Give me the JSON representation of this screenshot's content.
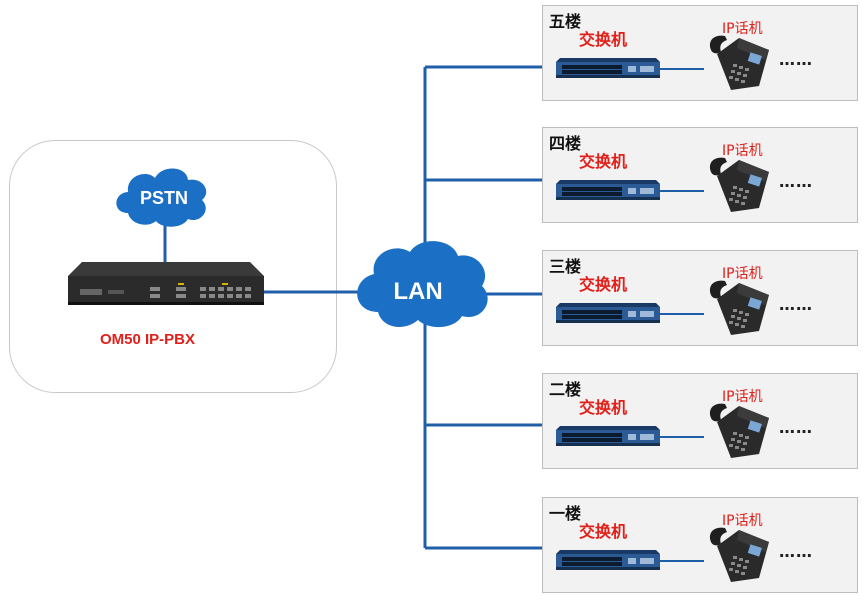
{
  "pbx": {
    "label": "OM50 IP-PBX"
  },
  "pstn": {
    "label": "PSTN"
  },
  "lan": {
    "label": "LAN"
  },
  "floors": [
    {
      "name": "五楼",
      "switch_label": "交换机",
      "phone_label": "IP话机",
      "more": "……"
    },
    {
      "name": "四楼",
      "switch_label": "交换机",
      "phone_label": "IP话机",
      "more": "……"
    },
    {
      "name": "三楼",
      "switch_label": "交换机",
      "phone_label": "IP话机",
      "more": "……"
    },
    {
      "name": "二楼",
      "switch_label": "交换机",
      "phone_label": "IP话机",
      "more": "……"
    },
    {
      "name": "一楼",
      "switch_label": "交换机",
      "phone_label": "IP话机",
      "more": "……"
    }
  ],
  "colors": {
    "link": "#1f5fa8",
    "cloud": "#1b6fc4",
    "label_red": "#e0201b"
  }
}
